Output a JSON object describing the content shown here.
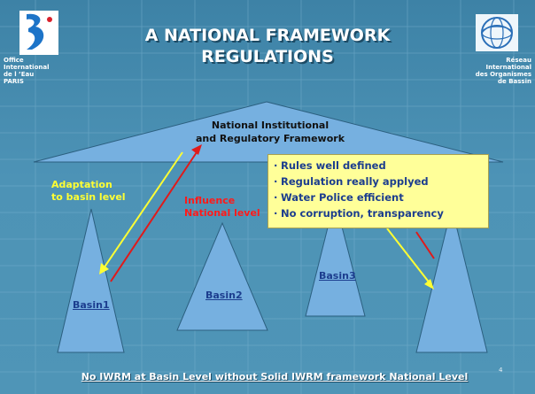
{
  "title": "A NATIONAL FRAMEWORK REGULATIONS",
  "org_left": [
    "Office",
    "International",
    "de l ’Eau",
    "PARIS"
  ],
  "org_right": [
    "Réseau",
    "International",
    "des Organismes",
    "de Bassin"
  ],
  "framework": [
    "National Institutional",
    "and Regulatory Framework"
  ],
  "adaptation": [
    "Adaptation",
    "to basin level"
  ],
  "influence": [
    "Influence",
    "National level"
  ],
  "basins": {
    "b1": "Basin1",
    "b2": "Basin2",
    "b3": "Basin3"
  },
  "callout": {
    "items": [
      "Rules well defined",
      "Regulation really applyed",
      "Water Police efficient",
      "No corruption, transparency"
    ]
  },
  "footer": "No IWRM at Basin Level without Solid IWRM framework National Level",
  "page_number": "4",
  "colors": {
    "background": "#4a8fb2",
    "shape_fill": "#76b0e0",
    "callout_bg": "#ffff99",
    "yellow_arrow": "#ffff33",
    "red_arrow": "#e01a1a",
    "basin_text": "#1c3d8e"
  }
}
